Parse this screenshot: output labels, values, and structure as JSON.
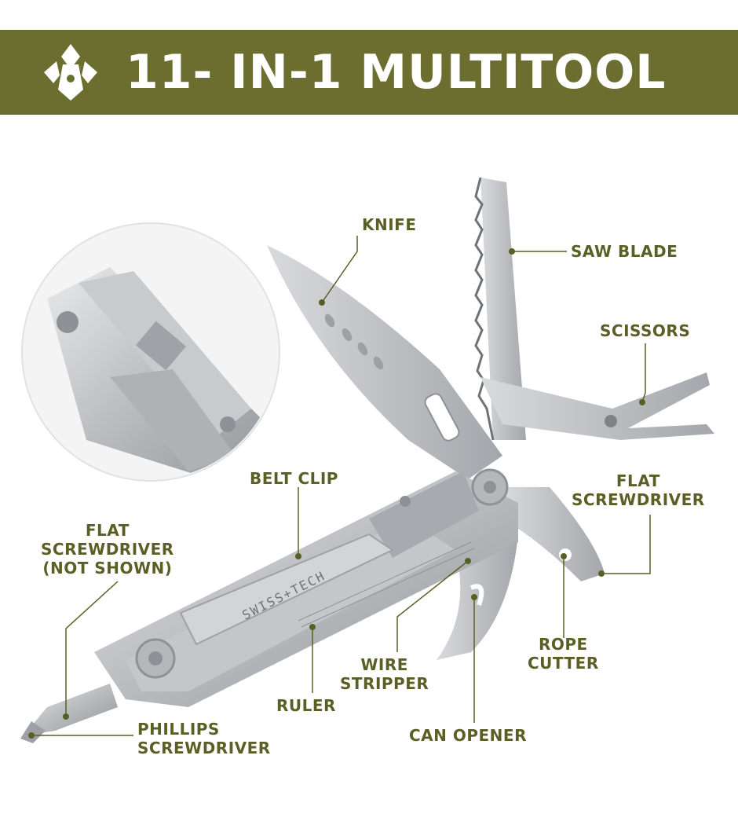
{
  "header": {
    "title": "11- IN-1 MULTITOOL",
    "logo_icon": "multitool-badge-icon",
    "background_color": "#6b6e2e"
  },
  "label_color": "#5c5f25",
  "labels": {
    "knife": "KNIFE",
    "saw_blade": "SAW BLADE",
    "scissors": "SCISSORS",
    "flat_screwdriver_right": [
      "FLAT",
      "SCREWDRIVER"
    ],
    "belt_clip": "BELT CLIP",
    "flat_screwdriver_left": [
      "FLAT",
      "SCREWDRIVER",
      "(NOT SHOWN)"
    ],
    "rope_cutter": [
      "ROPE",
      "CUTTER"
    ],
    "wire_stripper": [
      "WIRE",
      "STRIPPER"
    ],
    "ruler": "RULER",
    "phillips_screwdriver": [
      "PHILLIPS",
      "SCREWDRIVER"
    ],
    "can_opener": "CAN OPENER"
  },
  "handle_engraving": "SWISS+TECH"
}
